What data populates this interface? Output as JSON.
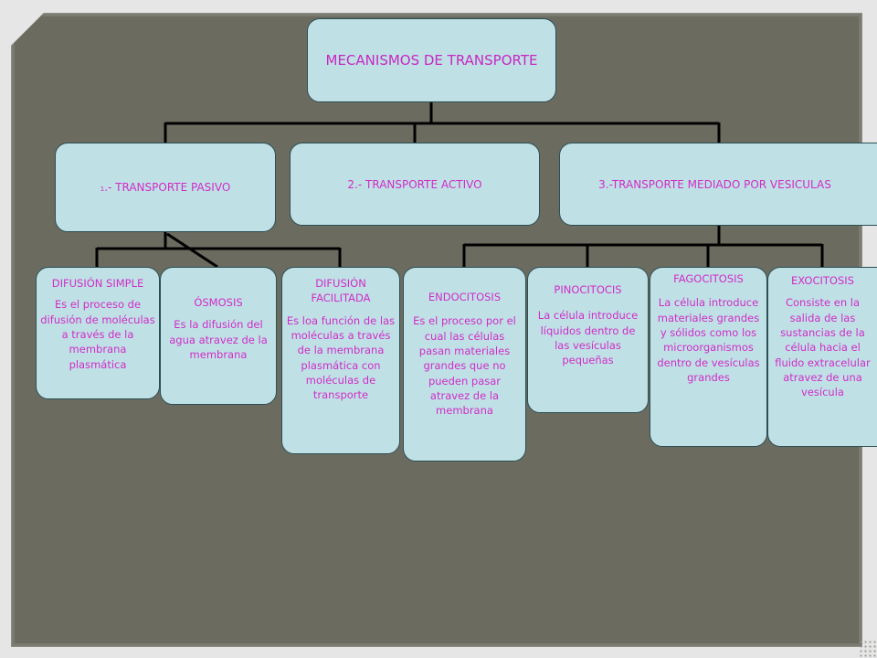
{
  "title": "MECANISMOS DE TRANSPORTE",
  "categories": {
    "passive": {
      "num": "1",
      "rest": ".- TRANSPORTE  PASIVO"
    },
    "active": "2.- TRANSPORTE ACTIVO",
    "vesicular": "3.-TRANSPORTE MEDIADO POR VESICULAS"
  },
  "mechanisms": {
    "difusion_simple": {
      "title": "DIFUSIÓN  SIMPLE",
      "desc": "Es el proceso de difusión de moléculas a través de la membrana plasmática"
    },
    "osmosis": {
      "title": "ÓSMOSIS",
      "desc": "Es la difusión del agua atravez de la membrana"
    },
    "difusion_facilitada": {
      "title": "DIFUSIÓN FACILITADA",
      "desc": "Es loa función de las moléculas a través de la membrana plasmática con moléculas de transporte"
    },
    "endocitosis": {
      "title": "ENDOCITOSIS",
      "desc": "Es el proceso por el cual las células pasan materiales grandes que no pueden pasar atravez de la membrana"
    },
    "pinocitocis": {
      "title": "PINOCITOCIS",
      "desc": "La célula introduce líquidos dentro de las vesículas pequeñas"
    },
    "fagocitosis": {
      "title": "FAGOCITOSIS",
      "desc": "La célula introduce materiales grandes  y sólidos como los microorganismos dentro de vesículas grandes"
    },
    "exocitosis": {
      "title": "EXOCITOSIS",
      "desc": "Consiste en la salida de las sustancias de la célula hacia el fluido extracelular atravez de una vesícula"
    }
  },
  "colors": {
    "panel": "#6b6b60",
    "box_fill": "#bfe1e6",
    "text": "#d12cc7",
    "connector": "#000000"
  }
}
